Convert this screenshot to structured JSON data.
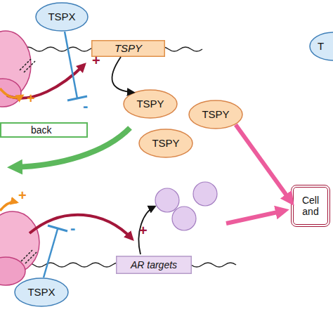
{
  "diagram": {
    "nodes": [
      {
        "text": [
          "TSPX"
        ]
      },
      {
        "text": [
          "TSPY"
        ]
      },
      {
        "text": [
          "back"
        ]
      },
      {
        "text": [
          "TSPY"
        ]
      },
      {
        "text": [
          "TSPY"
        ]
      },
      {
        "text": [
          "TSPY"
        ]
      },
      {
        "text": [
          "Cell and"
        ]
      },
      {
        "text": [
          "T"
        ]
      },
      {
        "text": [
          "AR targets"
        ]
      },
      {
        "text": [
          "TSPX"
        ]
      }
    ],
    "edges": [
      {
        "from": 1,
        "to": 3,
        "arrow": "to"
      },
      {
        "from": 4,
        "to": 6,
        "arrow": "to"
      }
    ],
    "labels": [
      "+",
      "+",
      "-",
      "+",
      "-",
      "+"
    ]
  }
}
